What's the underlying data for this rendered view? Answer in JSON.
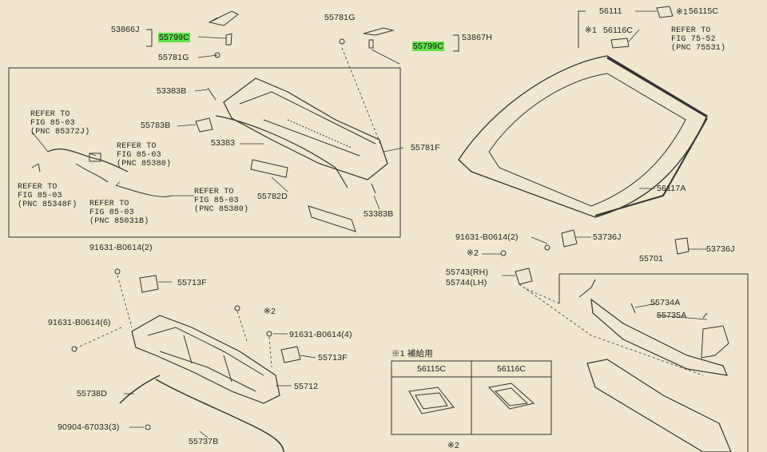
{
  "labels": {
    "p53866J": "53866J",
    "p55799C_a": "55799C",
    "p55781G_a": "55781G",
    "p55781G_b": "55781G",
    "p55799C_b": "55799C",
    "p53867H": "53867H",
    "p56111": "56111",
    "p56115C": "56115C",
    "p56116C": "56116C",
    "mark1": "※1",
    "mark1b": "※1",
    "p53383B_a": "53383B",
    "p55783B": "55783B",
    "p53383": "53383",
    "p55781F": "55781F",
    "p55782D": "55782D",
    "p53383B_b": "53383B",
    "p56117A": "56117A",
    "p91631_a": "91631-B0614(2)",
    "p53736J_a": "53736J",
    "p53736J_b": "53736J",
    "mark2_a": "※2",
    "p55743": "55743(RH)",
    "p55744": "55744(LH)",
    "p55701": "55701",
    "p55734A": "55734A",
    "p55735A": "55735A",
    "p91631_b": "91631-B0614(2)",
    "p55713F_a": "55713F",
    "mark2_b": "※2",
    "p91631_c": "91631-B0614(6)",
    "p91631_d": "91631-B0614(4)",
    "p55713F_b": "55713F",
    "p55738D": "55738D",
    "p55712": "55712",
    "p90904": "90904-67033(3)",
    "p55737B": "55737B",
    "mark2_c": "※2"
  },
  "refs": {
    "ref1": "REFER TO\nFIG 85-03\n(PNC 85372J)",
    "ref2": "REFER TO\nFIG 85-03\n(PNC 85380)",
    "ref3": "REFER TO\nFIG 85-03\n(PNC 85348F)",
    "ref4": "REFER TO\nFIG 85-03\n(PNC 85031B)",
    "ref5": "REFER TO\nFIG 85-03\n(PNC 85380)",
    "ref6": "REFER TO\nFIG 75-52\n(PNC 75531)"
  },
  "supply": {
    "title": "※1 補給用",
    "col1": "56115C",
    "col2": "56116C"
  },
  "colors": {
    "background": "#efe7cf",
    "highlight": "#5fe04a",
    "line": "#333333"
  }
}
